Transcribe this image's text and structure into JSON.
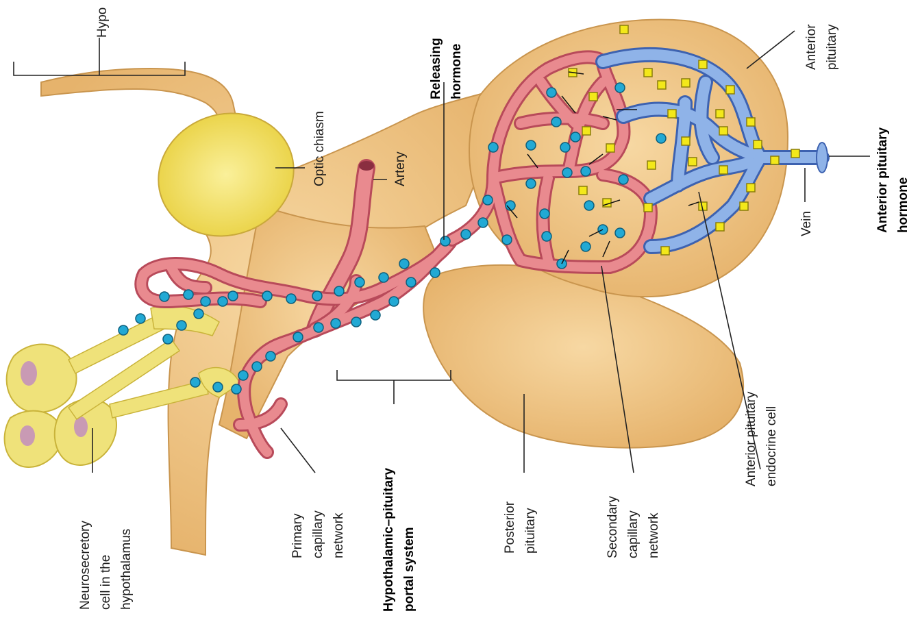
{
  "diagram": {
    "labels": {
      "hypothalamus_partial": "Hypo",
      "optic_chiasm": "Optic chiasm",
      "artery": "Artery",
      "releasing_hormone": [
        "Releasing",
        "hormone"
      ],
      "anterior_pituitary": [
        "Anterior",
        "pituitary"
      ],
      "anterior_pituitary_hormone": [
        "Anterior pituitary",
        "hormone"
      ],
      "vein": "Vein",
      "neurosecretory_cell": [
        "Neurosecretory",
        "cell in the",
        "hypothalamus"
      ],
      "primary_capillary_network": [
        "Primary",
        "capillary",
        "network"
      ],
      "portal_system": [
        "Hypothalamic–pituitary",
        "portal system"
      ],
      "posterior_pituitary": [
        "Posterior",
        "pituitary"
      ],
      "secondary_capillary_network": [
        "Secondary",
        "capillary",
        "network"
      ],
      "endocrine_cell": [
        "Anterior pituitary",
        "endocrine cell"
      ]
    },
    "colors": {
      "tissue": "#f2c98a",
      "tissue_edge": "#c9954e",
      "optic_chiasm": "#f5e36a",
      "neuron": "#efe27a",
      "artery": "#e98a8f",
      "artery_edge": "#b84a5a",
      "vein": "#8fb3e8",
      "vein_edge": "#3d62b0",
      "releasing_hormone_dot": "#22a9d4",
      "pituitary_hormone_square": "#f3e81a"
    }
  }
}
